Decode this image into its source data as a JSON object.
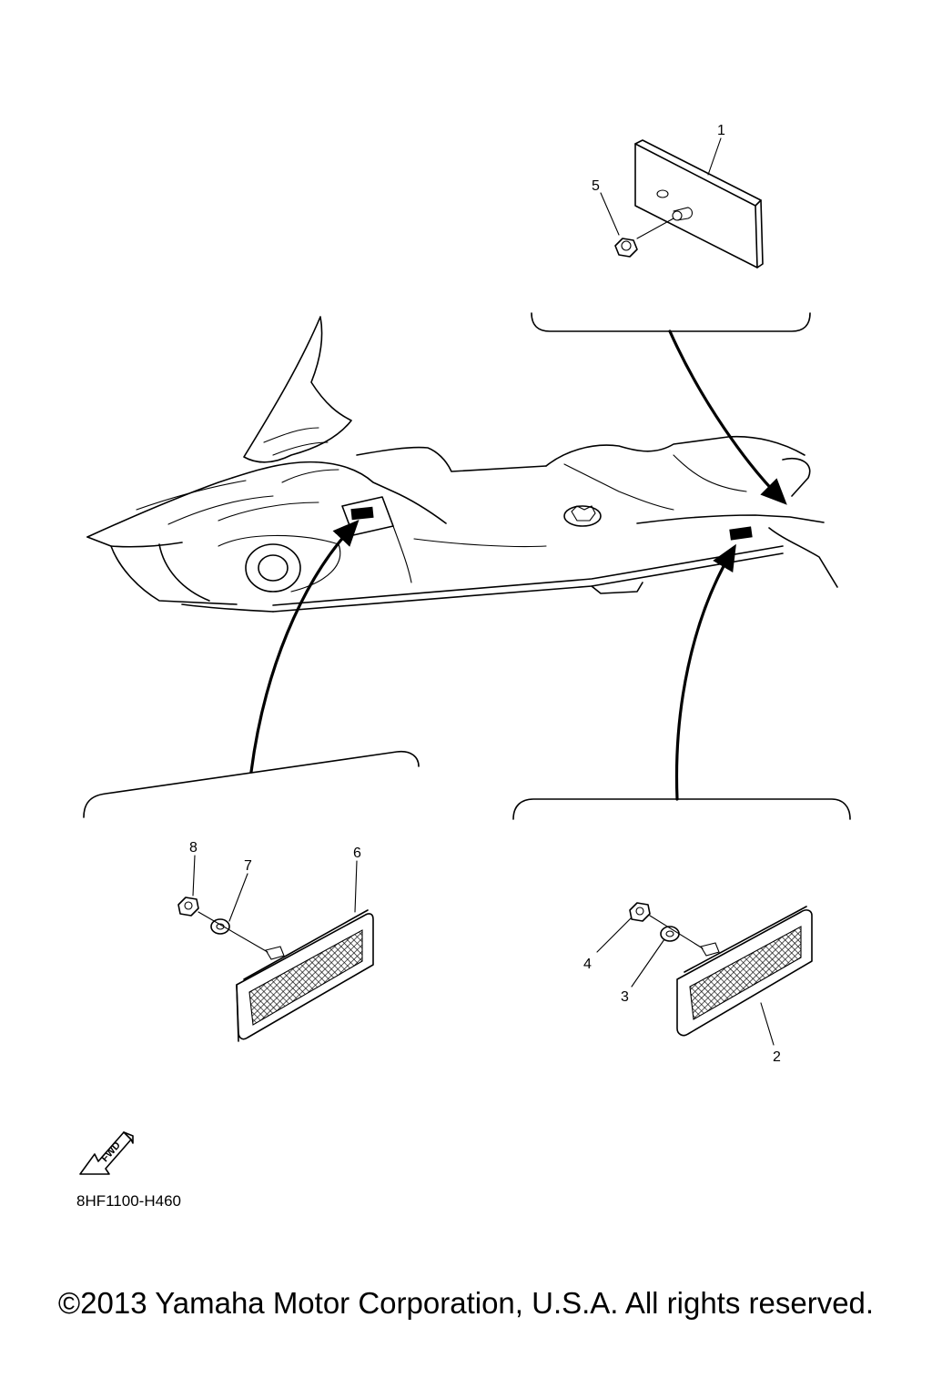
{
  "diagram": {
    "callouts": [
      "1",
      "2",
      "3",
      "4",
      "5",
      "6",
      "7",
      "8"
    ],
    "fwd_label": "FWD",
    "drawing_code": "8HF1100-H460"
  },
  "footer": {
    "copyright": "©2013 Yamaha Motor Corporation, U.S.A. All rights reserved."
  }
}
